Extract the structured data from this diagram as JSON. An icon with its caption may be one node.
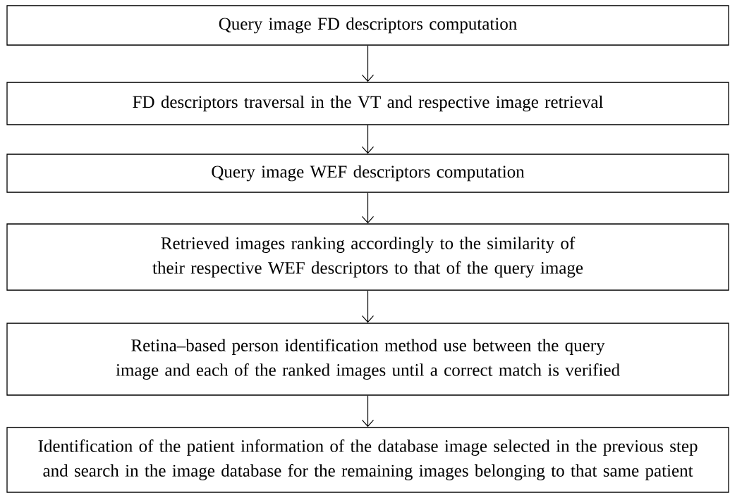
{
  "diagram": {
    "nodes": [
      {
        "text": [
          "Query image FD descriptors computation"
        ]
      },
      {
        "text": [
          "FD descriptors traversal in the VT and respective image retrieval"
        ]
      },
      {
        "text": [
          "Query image WEF descriptors computation"
        ]
      },
      {
        "text": [
          "Retrieved images ranking accordingly to the similarity of their respective WEF descriptors to that of the query image"
        ]
      },
      {
        "text": [
          "Retina–based person identification method use between the query image and each of the ranked images until a correct match is verified"
        ]
      },
      {
        "text": [
          "Identification of the patient information of the database image selected in the previous step and search in the image database for the remaining images belonging to that same patient"
        ]
      }
    ],
    "edges": [
      {
        "from": 0,
        "to": 1,
        "arrow": "to"
      },
      {
        "from": 1,
        "to": 2,
        "arrow": "to"
      },
      {
        "from": 2,
        "to": 3,
        "arrow": "to"
      },
      {
        "from": 3,
        "to": 4,
        "arrow": "to"
      },
      {
        "from": 4,
        "to": 5,
        "arrow": "to"
      }
    ]
  }
}
